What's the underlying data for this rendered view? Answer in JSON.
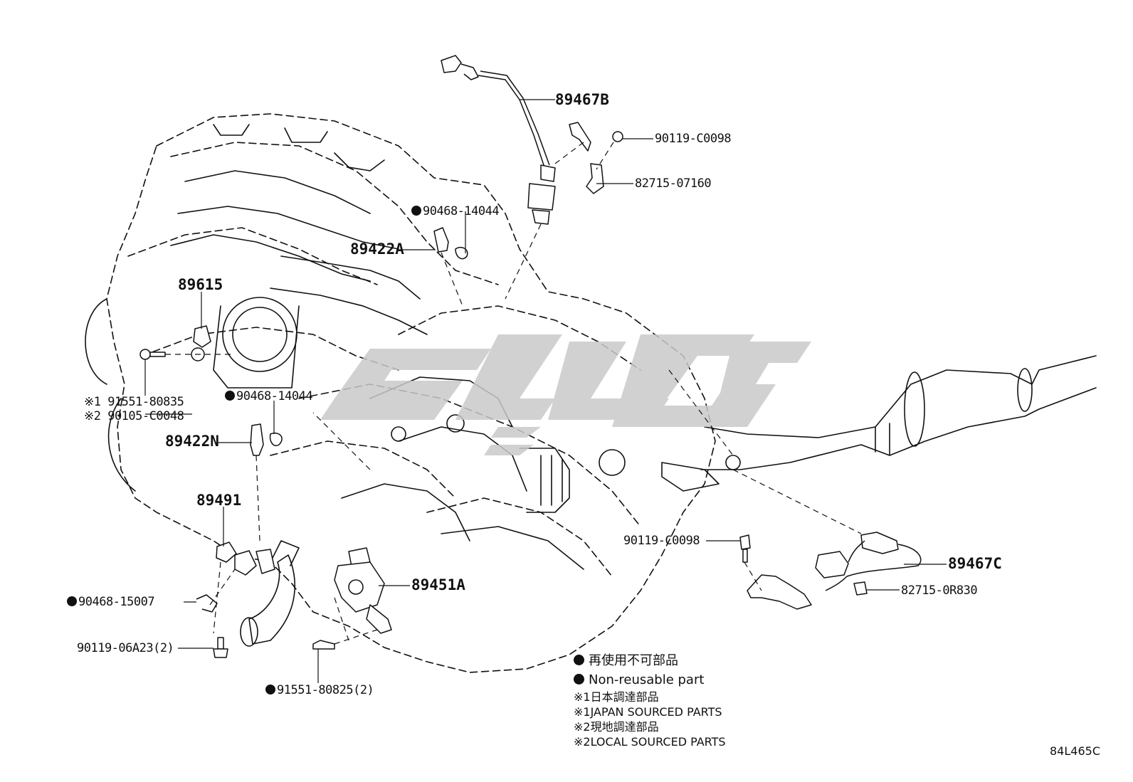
{
  "labels": {
    "p89467B": "89467B",
    "p90119_top": "90119-C0098",
    "p82715_07160": "82715-07160",
    "p90468_14044_top": "90468-14044",
    "p89422A": "89422A",
    "p89615": "89615",
    "p91551_80835": "※1 91551-80835",
    "p90105_C0048": "※2 90105-C0048",
    "p90468_14044_mid": "90468-14044",
    "p89422N": "89422N",
    "p89491": "89491",
    "p89451A": "89451A",
    "p90468_15007": "90468-15007",
    "p90119_06A23": "90119-06A23(2)",
    "p91551_80825": "91551-80825(2)",
    "p90119_right": "90119-C0098",
    "p89467C": "89467C",
    "p82715_0R830": "82715-0R830"
  },
  "legend": {
    "nonreusable_jp": "再使用不可部品",
    "nonreusable_en": "Non-reusable part",
    "japan_jp": "※1日本調達部品",
    "japan_en": "※1JAPAN SOURCED PARTS",
    "local_jp": "※2現地調達部品",
    "local_en": "※2LOCAL SOURCED PARTS"
  },
  "figure_code": "84L465C",
  "colors": {
    "line": "#111111",
    "watermark": "#c9c9c9",
    "background": "#ffffff"
  }
}
